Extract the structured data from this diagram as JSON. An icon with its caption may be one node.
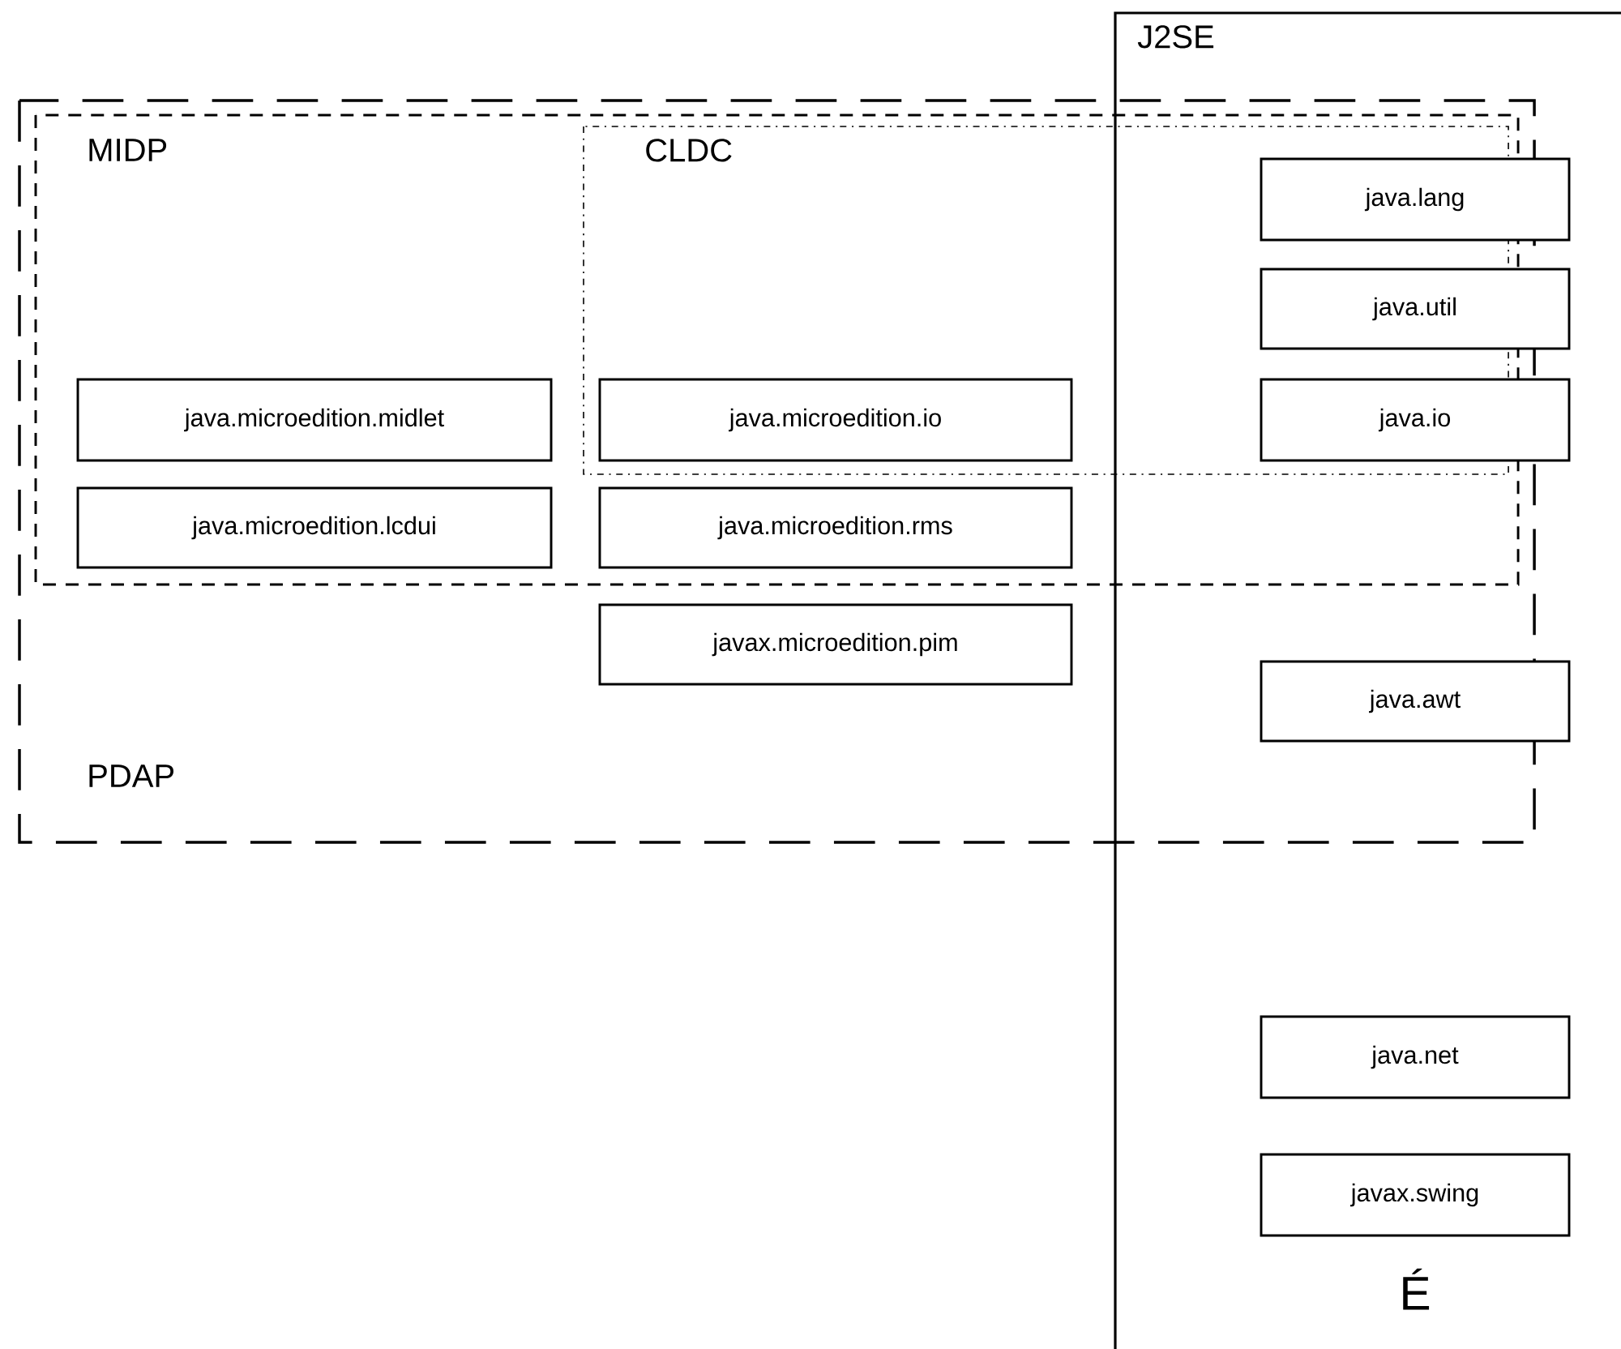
{
  "diagram": {
    "nodes": [
      {
        "text": [
          "PDAP"
        ]
      },
      {
        "text": [
          "MIDP"
        ],
        "in": 0
      },
      {
        "text": [
          "CLDC"
        ],
        "in": 1
      },
      {
        "text": [
          "J2SE"
        ]
      },
      {
        "text": [
          "java.microedition.midlet"
        ],
        "in": 1
      },
      {
        "text": [
          "java.microedition.lcdui"
        ],
        "in": 1
      },
      {
        "text": [
          "java.microedition.io"
        ],
        "in": 2
      },
      {
        "text": [
          "java.microedition.rms"
        ],
        "in": 1
      },
      {
        "text": [
          "javax.microedition.pim"
        ],
        "in": 0
      },
      {
        "text": [
          "java.lang"
        ],
        "in": 3
      },
      {
        "text": [
          "java.util"
        ],
        "in": 3
      },
      {
        "text": [
          "java.io"
        ],
        "in": 3
      },
      {
        "text": [
          "java.awt"
        ],
        "in": 3
      },
      {
        "text": [
          "java.net"
        ],
        "in": 3
      },
      {
        "text": [
          "javax.swing"
        ],
        "in": 3,
        "beside": [
          "É"
        ]
      }
    ]
  }
}
